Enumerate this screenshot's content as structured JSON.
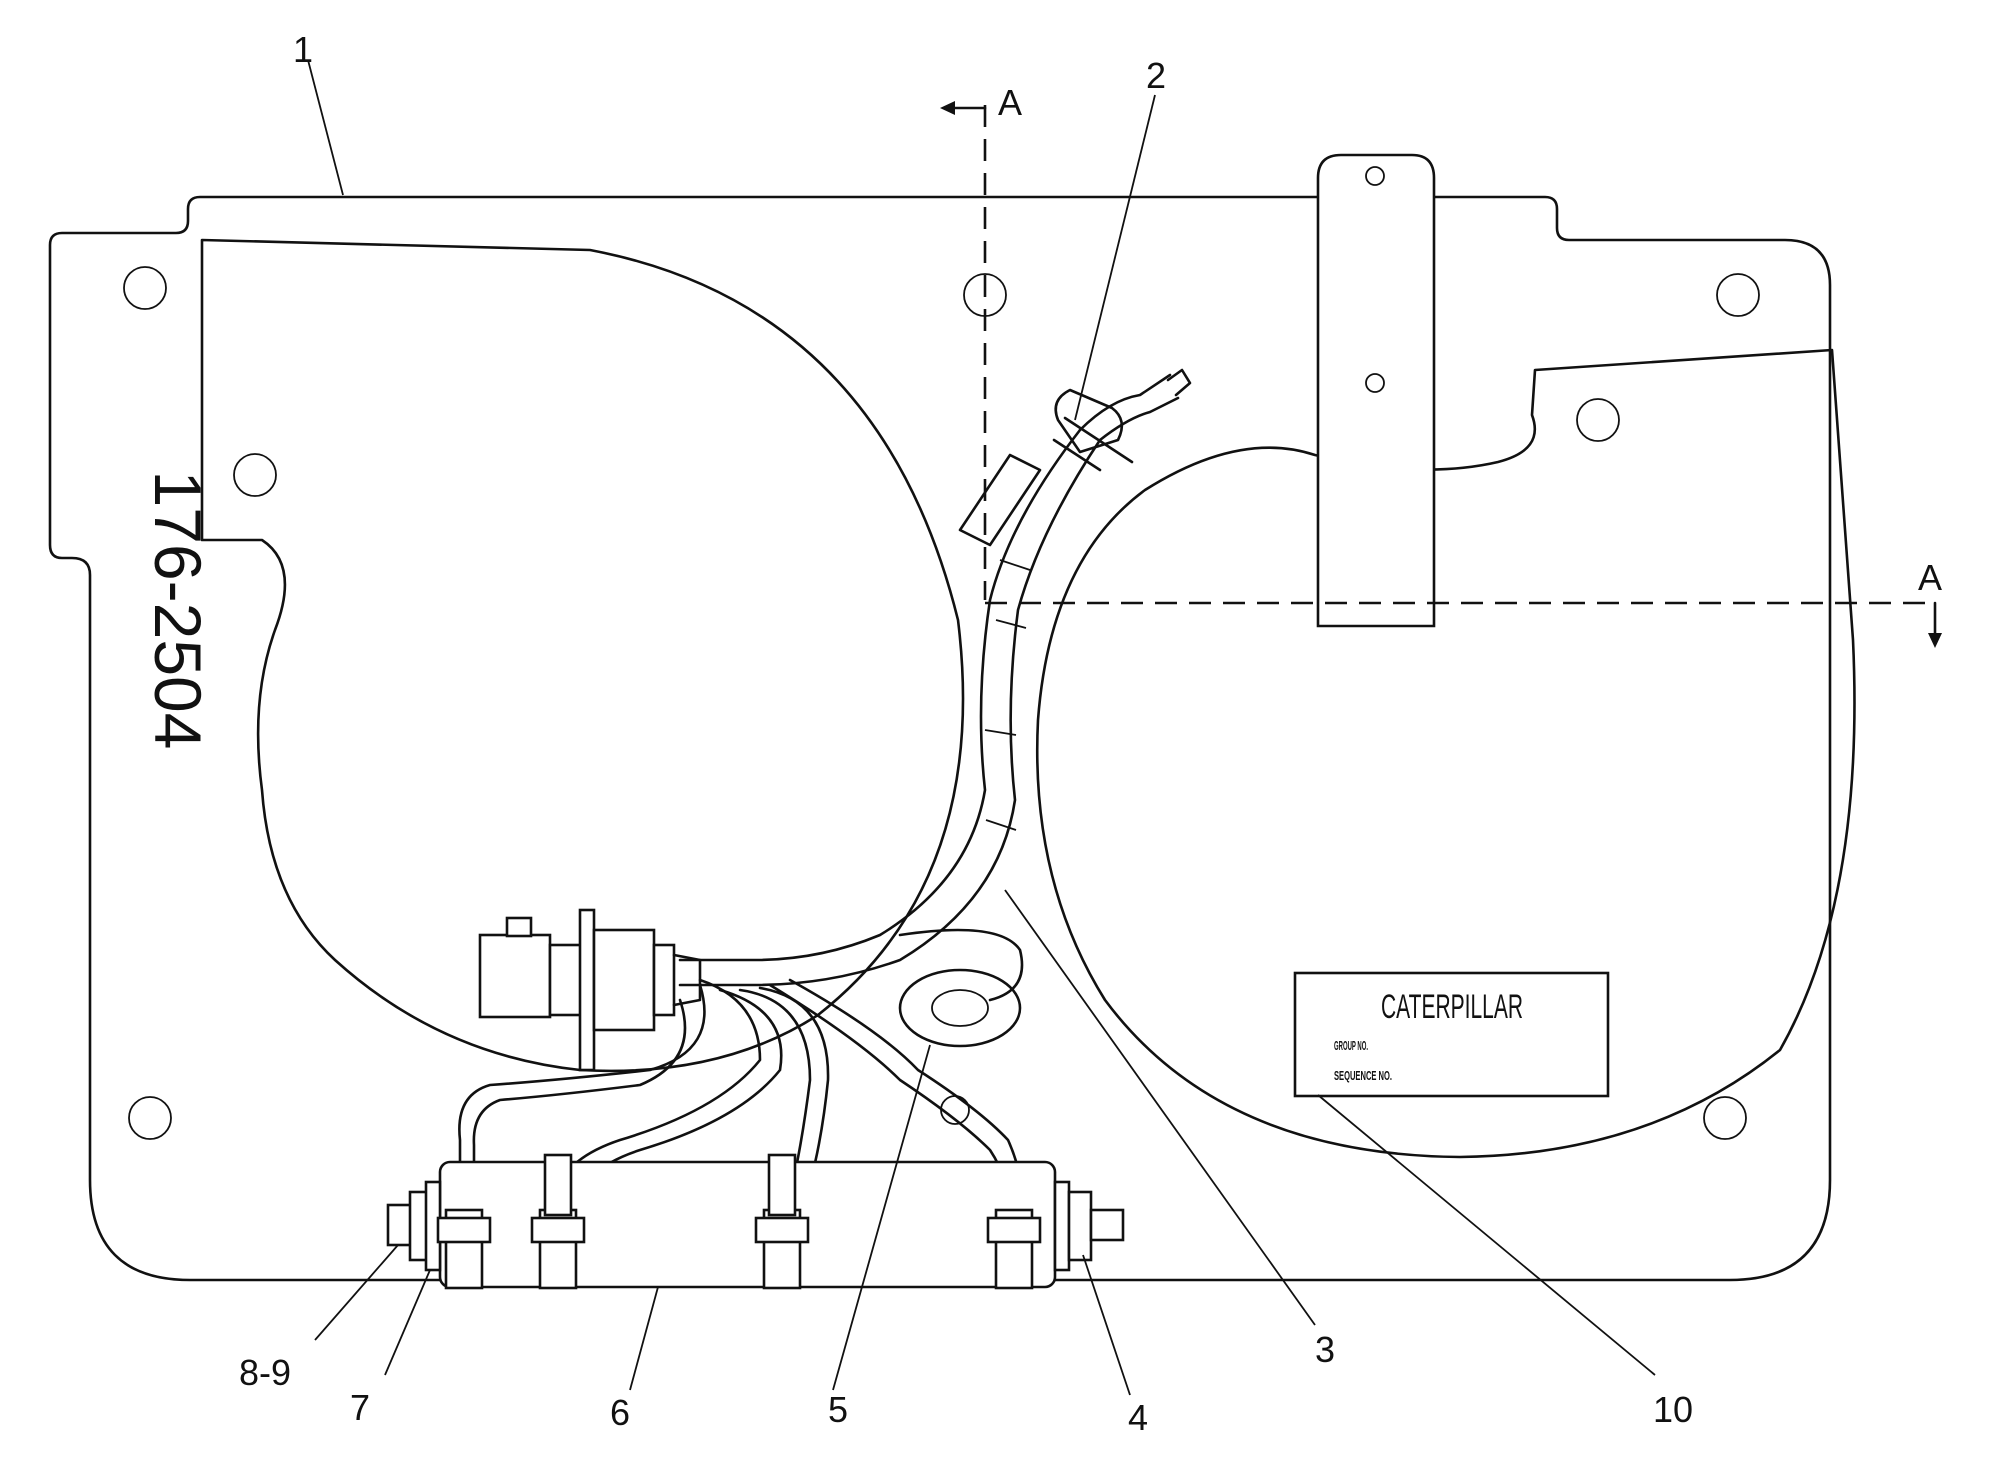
{
  "part_number": "176-2504",
  "section": {
    "marker_top": "A",
    "marker_right": "A"
  },
  "nameplate": {
    "brand": "CATERPILLAR",
    "group_label": "GROUP NO.",
    "sequence_label": "SEQUENCE NO."
  },
  "callouts": {
    "c1": "1",
    "c2": "2",
    "c3": "3",
    "c4": "4",
    "c5": "5",
    "c6": "6",
    "c7": "7",
    "c8_9": "8-9",
    "c10": "10"
  }
}
